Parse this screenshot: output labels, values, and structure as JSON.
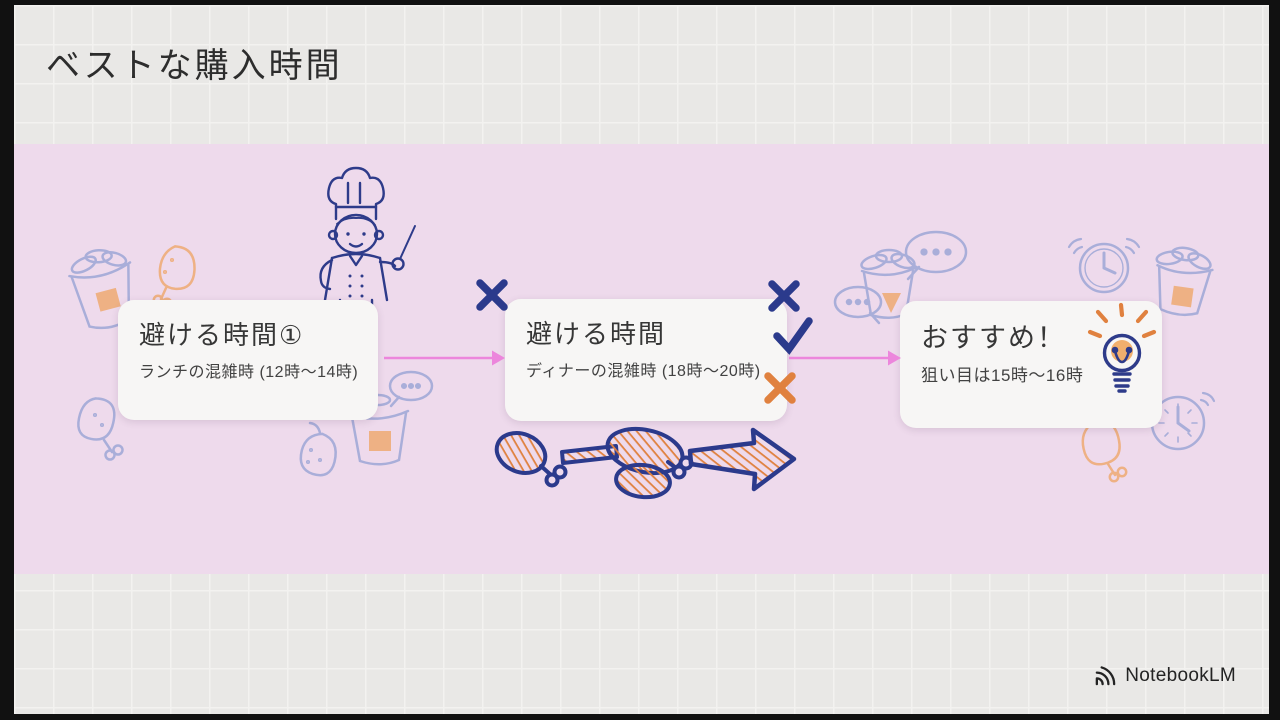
{
  "slide": {
    "title": "ベストな購入時間",
    "brand": "NotebookLM"
  },
  "flow": {
    "cards": [
      {
        "title": "避ける時間①",
        "subtitle": "ランチの混雑時 (12時〜14時)",
        "verdict_icon": "x-mark"
      },
      {
        "title": "避ける時間",
        "subtitle": "ディナーの混雑時 (18時〜20時)",
        "verdict_icon": "x-mark"
      },
      {
        "title": "おすすめ！",
        "subtitle": "狙い目は15時〜16時",
        "verdict_icon": "lightbulb"
      }
    ],
    "marks": [
      "x-mark-navy",
      "x-mark-navy",
      "check-mark-navy",
      "x-mark-orange"
    ],
    "connectors": [
      "arrow-card1-card2",
      "arrow-card2-card3"
    ]
  },
  "doodles": [
    "chef-character",
    "chicken-bucket",
    "drumstick",
    "alarm-clock",
    "wall-clock",
    "speech-bubble-dots",
    "drumstick-skewer",
    "big-arrow-right",
    "lightbulb"
  ],
  "colors": {
    "band": "#eedaec",
    "canvas": "#e9e8e6",
    "card": "#f7f6f5",
    "navy": "#2e3b8a",
    "faint_purple": "#a9aed9",
    "faint_orange": "#eeb184",
    "strong_orange": "#e0813f",
    "pink_arrow": "#ec86dc",
    "text": "#2d2d2d"
  }
}
